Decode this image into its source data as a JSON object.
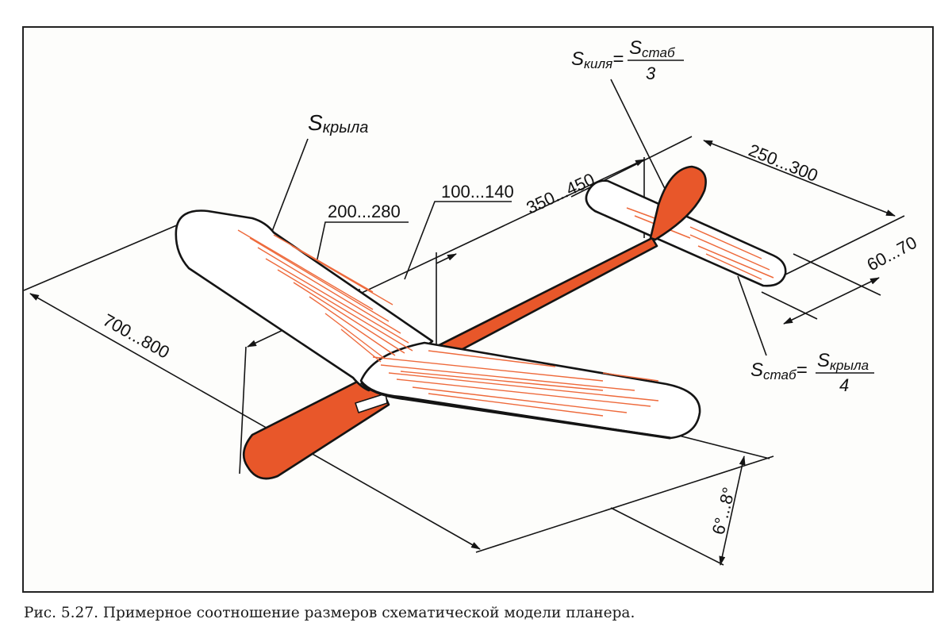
{
  "colors": {
    "accent": "#e8572a",
    "hatch": "#ee6a3c",
    "ink": "#141414",
    "paper": "#ffffff"
  },
  "dimensions": {
    "wingspan": "700...800",
    "wing_chord": "200...280",
    "nose_to_wing": "100...140",
    "wing_to_tail": "350...450",
    "stab_span": "250...300",
    "stab_chord": "60...70",
    "dihedral_angle": "6°...8°"
  },
  "labels": {
    "wing_area": {
      "s": "S",
      "sub": "крыла"
    },
    "fin_area": {
      "s": "S",
      "sub": "киля",
      "eq": "=",
      "num_s": "S",
      "num_sub": "стаб",
      "den": "3"
    },
    "stab_area": {
      "s": "S",
      "sub": "стаб",
      "eq": "=",
      "num_s": "S",
      "num_sub": "крыла",
      "den": "4"
    }
  },
  "caption": "Рис. 5.27. Примерное соотношение размеров схематической модели планера."
}
